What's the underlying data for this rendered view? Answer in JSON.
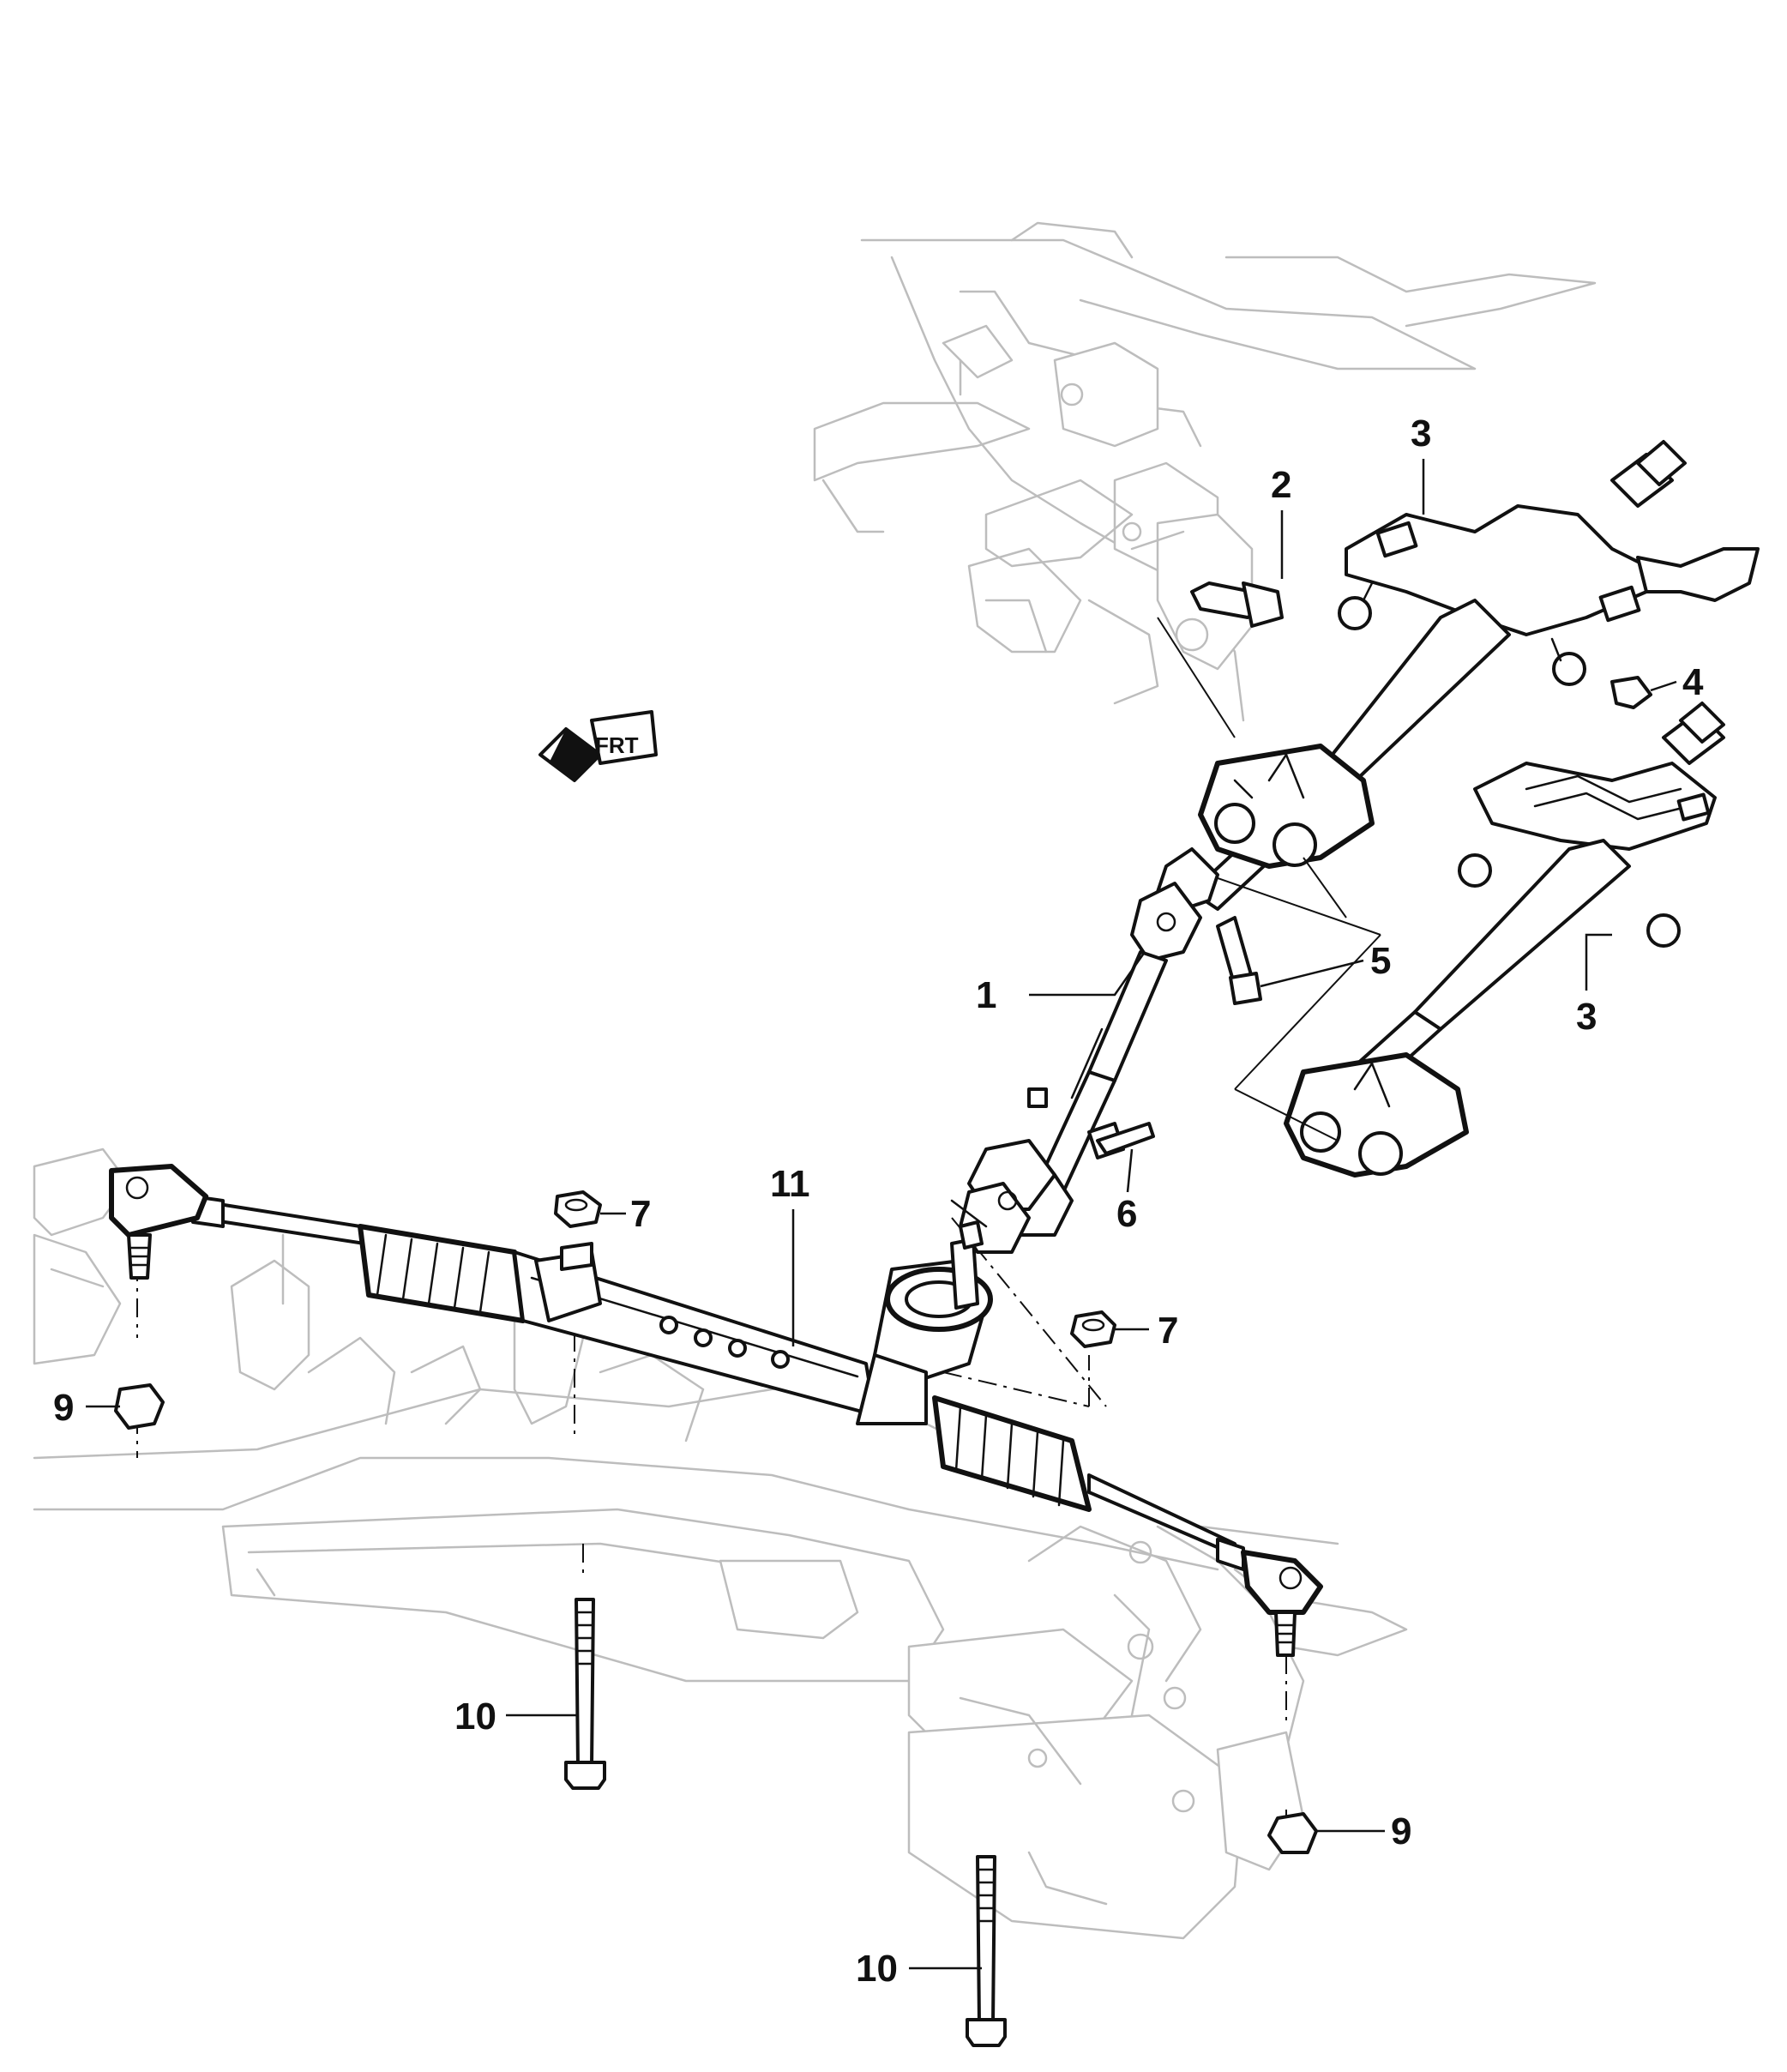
{
  "diagram": {
    "callouts": [
      {
        "id": "c1",
        "label": "1"
      },
      {
        "id": "c2",
        "label": "2"
      },
      {
        "id": "c3a",
        "label": "3"
      },
      {
        "id": "c3b",
        "label": "3"
      },
      {
        "id": "c4",
        "label": "4"
      },
      {
        "id": "c5",
        "label": "5"
      },
      {
        "id": "c6",
        "label": "6"
      },
      {
        "id": "c7a",
        "label": "7"
      },
      {
        "id": "c7b",
        "label": "7"
      },
      {
        "id": "c9a",
        "label": "9"
      },
      {
        "id": "c9b",
        "label": "9"
      },
      {
        "id": "c10a",
        "label": "10"
      },
      {
        "id": "c10b",
        "label": "10"
      },
      {
        "id": "c11",
        "label": "11"
      }
    ],
    "direction_badge": "FRT",
    "colors": {
      "line": "#111111",
      "ghost": "#bdbdbd",
      "background": "#ffffff"
    }
  }
}
